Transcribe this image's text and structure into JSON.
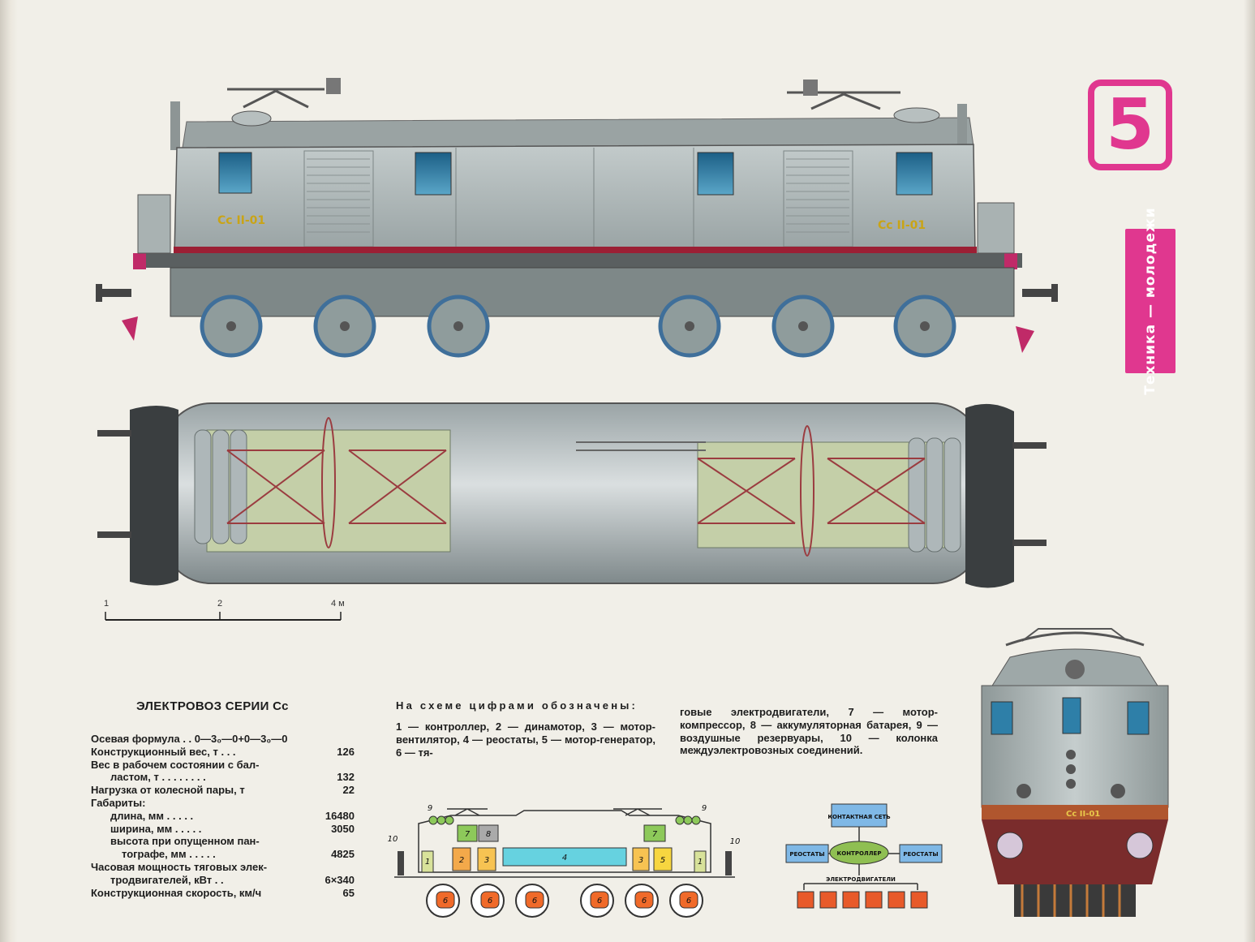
{
  "badge": {
    "number": "5"
  },
  "magazine_logo": "Техника — молодежи",
  "locomotive": {
    "number_left": "Сс II-01",
    "number_right": "Сс II-01",
    "front_plate": "Сс II-01"
  },
  "scale": {
    "tick_1": "1",
    "tick_2": "2",
    "tick_4": "4 м"
  },
  "title": "ЭЛЕКТРОВОЗ СЕРИИ Сс",
  "specs": [
    {
      "label": "Осевая формула . . 0—3₀—0+0—3₀—0",
      "value": ""
    },
    {
      "label": "Конструкционный вес, т . . .",
      "value": "126"
    },
    {
      "label": "Вес в рабочем состоянии с бал-",
      "value": ""
    },
    {
      "label": "ластом, т . . . . . . . .",
      "value": "132"
    },
    {
      "label": "Нагрузка от колесной пары, т",
      "value": "22"
    },
    {
      "label": "Габариты:",
      "value": ""
    },
    {
      "label": "длина, мм . . . . .",
      "value": "16480"
    },
    {
      "label": "ширина, мм . . . . .",
      "value": "3050"
    },
    {
      "label": "высота при опущенном пан-",
      "value": ""
    },
    {
      "label": "тографе, мм . . . . .",
      "value": "4825"
    },
    {
      "label": "Часовая мощность тяговых элек-",
      "value": ""
    },
    {
      "label": "тродвигателей, кВт . .",
      "value": "6×340"
    },
    {
      "label": "Конструкционная скорость, км/ч",
      "value": "65"
    }
  ],
  "legend": {
    "heading": "На схеме цифрами обозначены:",
    "col1": "1 — контроллер, 2 — динамотор, 3 — мотор-вентилятор, 4 — реостаты, 5 — мотор-генератор, 6 — тя-",
    "col2": "говые электродвигатели, 7 — мотор-компрессор, 8 — аккумуляторная батарея, 9 — воздушные резервуары, 10 — колонка междуэлектровозных соединений."
  },
  "schematic": {
    "labels": [
      "1",
      "2",
      "3",
      "4",
      "3",
      "5",
      "1",
      "7",
      "8",
      "7",
      "9",
      "9",
      "10",
      "10",
      "6",
      "6",
      "6",
      "6",
      "6",
      "6"
    ]
  },
  "block_diagram": {
    "contact_network": "КОНТАКТНАЯ СЕТЬ",
    "controller": "КОНТРОЛЛЕР",
    "rheostats_left": "РЕОСТАТЫ",
    "rheostats_right": "РЕОСТАТЫ",
    "motors": "ЭЛЕКТРОДВИГАТЕЛИ"
  },
  "colors": {
    "accent_pink": "#e0378f",
    "body_gray": "#a9b2b2",
    "stripe_red": "#9b1f34",
    "window_blue": "#2e7fa8",
    "wheel_blue": "#3f6f9a"
  }
}
